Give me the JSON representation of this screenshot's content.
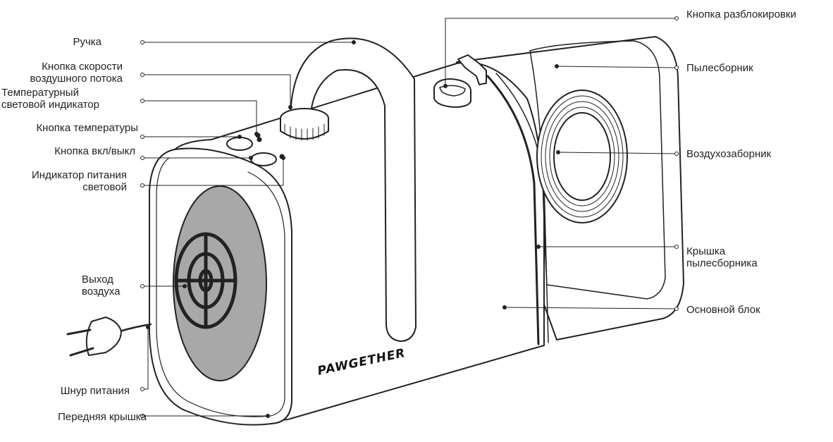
{
  "brand": "PAWGETHER",
  "labels": {
    "handle": "Ручка",
    "airflow_button": "Кнопка скорости\nвоздушного потока",
    "temp_indicator": "Температурный\nсветовой индикатор",
    "temp_button": "Кнопка температуры",
    "power_button": "Кнопка вкл/выкл",
    "power_indicator": "Индикатор питания\nсветовой",
    "air_outlet": "Выход\nвоздуха",
    "power_cord": "Шнур питания",
    "front_cover": "Передняя крышка",
    "unlock_button": "Кнопка разблокировки",
    "dust_collector": "Пылесборник",
    "air_intake": "Воздухозаборник",
    "collector_cover": "Крышка\nпылесборника",
    "main_unit": "Основной блок"
  }
}
